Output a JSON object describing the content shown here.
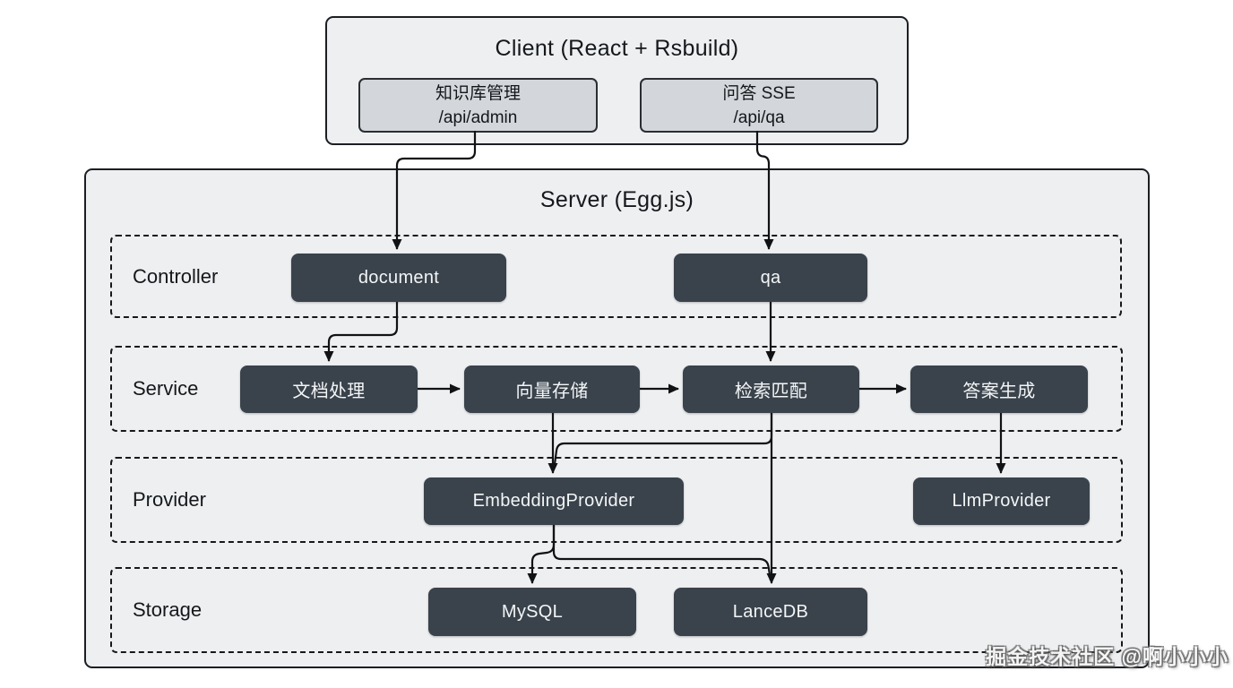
{
  "client": {
    "title": "Client (React + Rsbuild)",
    "modules": [
      {
        "line1": "知识库管理",
        "line2": "/api/admin"
      },
      {
        "line1": "问答 SSE",
        "line2": "/api/qa"
      }
    ]
  },
  "server": {
    "title": "Server (Egg.js)",
    "layers": [
      {
        "label": "Controller",
        "nodes": [
          "document",
          "qa"
        ]
      },
      {
        "label": "Service",
        "nodes": [
          "文档处理",
          "向量存储",
          "检索匹配",
          "答案生成"
        ]
      },
      {
        "label": "Provider",
        "nodes": [
          "EmbeddingProvider",
          "LlmProvider"
        ]
      },
      {
        "label": "Storage",
        "nodes": [
          "MySQL",
          "LanceDB"
        ]
      }
    ]
  },
  "edges": [
    {
      "from": "知识库管理 /api/admin",
      "to": "document"
    },
    {
      "from": "问答 SSE /api/qa",
      "to": "qa"
    },
    {
      "from": "document",
      "to": "文档处理"
    },
    {
      "from": "文档处理",
      "to": "向量存储"
    },
    {
      "from": "向量存储",
      "to": "检索匹配"
    },
    {
      "from": "检索匹配",
      "to": "答案生成"
    },
    {
      "from": "qa",
      "to": "检索匹配"
    },
    {
      "from": "向量存储",
      "to": "EmbeddingProvider"
    },
    {
      "from": "检索匹配",
      "to": "EmbeddingProvider"
    },
    {
      "from": "检索匹配",
      "to": "LanceDB"
    },
    {
      "from": "答案生成",
      "to": "LlmProvider"
    },
    {
      "from": "EmbeddingProvider",
      "to": "MySQL"
    },
    {
      "from": "EmbeddingProvider",
      "to": "LanceDB"
    }
  ],
  "watermark": "掘金技术社区 @啊小小小",
  "colors": {
    "page_background": "#ffffff",
    "container_fill": "#edeff1",
    "container_border": "#1b1f23",
    "node_fill": "#3a424b",
    "node_text": "#f3f6f7",
    "client_module_fill": "#d3d7db",
    "edge_stroke": "#101214",
    "text": "#15181b"
  }
}
